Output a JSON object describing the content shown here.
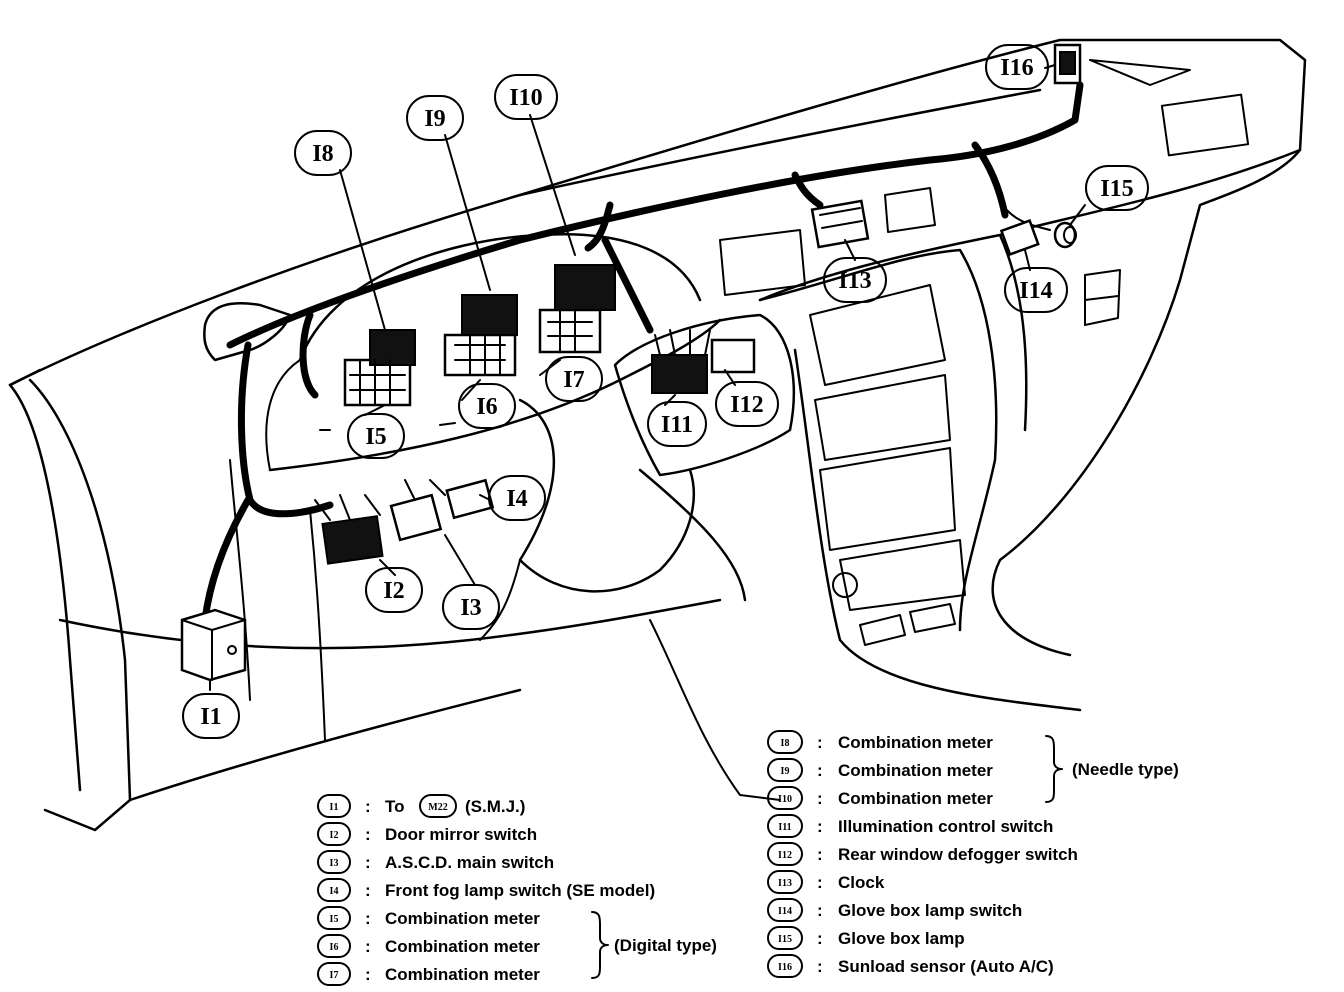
{
  "callouts": {
    "i1": "I1",
    "i2": "I2",
    "i3": "I3",
    "i4": "I4",
    "i5": "I5",
    "i6": "I6",
    "i7": "I7",
    "i8": "I8",
    "i9": "I9",
    "i10": "I10",
    "i11": "I11",
    "i12": "I12",
    "i13": "I13",
    "i14": "I14",
    "i15": "I15",
    "i16": "I16"
  },
  "legend_left": [
    {
      "id": "I1",
      "label": "To",
      "ref": "M22",
      "suffix": "(S.M.J.)"
    },
    {
      "id": "I2",
      "label": "Door mirror switch"
    },
    {
      "id": "I3",
      "label": "A.S.C.D. main switch"
    },
    {
      "id": "I4",
      "label": "Front fog lamp switch (SE model)"
    },
    {
      "id": "I5",
      "label": "Combination meter"
    },
    {
      "id": "I6",
      "label": "Combination meter"
    },
    {
      "id": "I7",
      "label": "Combination meter"
    }
  ],
  "legend_left_group": "(Digital type)",
  "legend_right": [
    {
      "id": "I8",
      "label": "Combination meter"
    },
    {
      "id": "I9",
      "label": "Combination meter"
    },
    {
      "id": "I10",
      "label": "Combination meter"
    },
    {
      "id": "I11",
      "label": "Illumination control switch"
    },
    {
      "id": "I12",
      "label": "Rear window defogger switch"
    },
    {
      "id": "I13",
      "label": "Clock"
    },
    {
      "id": "I14",
      "label": "Glove box lamp switch"
    },
    {
      "id": "I15",
      "label": "Glove box lamp"
    },
    {
      "id": "I16",
      "label": "Sunload sensor (Auto A/C)"
    }
  ],
  "legend_right_group": "(Needle type)",
  "separator": ":"
}
